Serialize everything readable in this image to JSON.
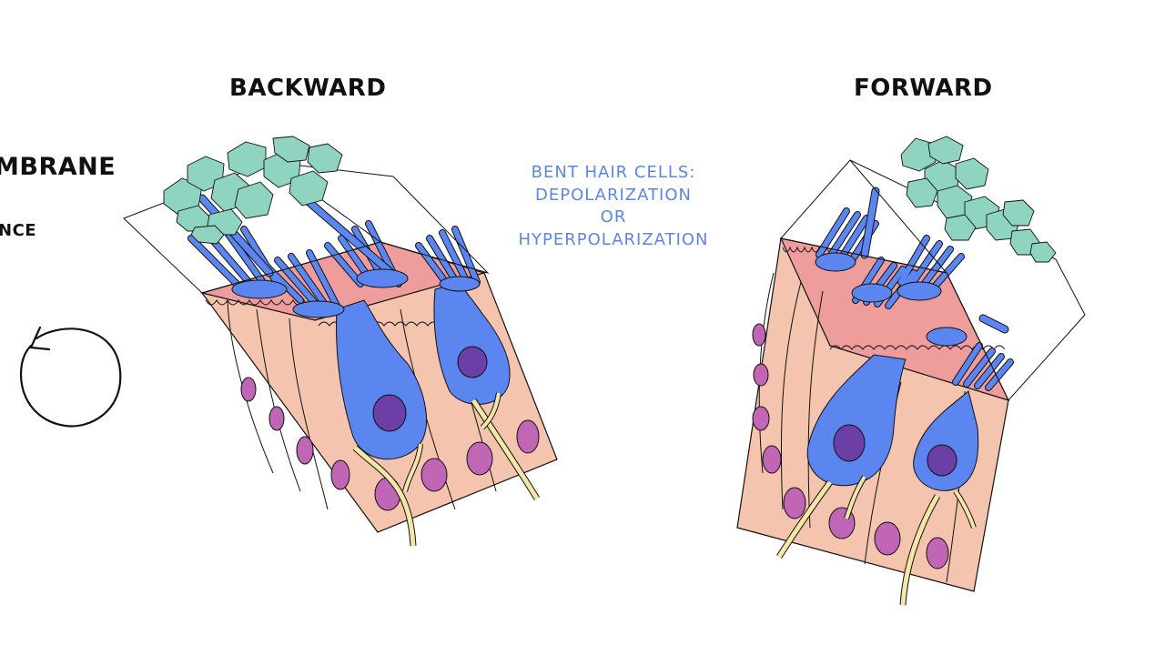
{
  "labels": {
    "backward": "BACKWARD",
    "forward": "FORWARD",
    "left_edge_1": "MBRANE",
    "left_edge_2": "NCE"
  },
  "center_text": {
    "line1": "BENT HAIR CELLS:",
    "line2": "DEPOLARIZATION",
    "line3": "OR",
    "line4": "HYPERPOLARIZATION"
  },
  "colors": {
    "hair_cell": "#5b86f0",
    "supporting_cell": "#f4c4ae",
    "apical_surface": "#ef9c9c",
    "nucleus_hair": "#6b3fa6",
    "nucleus_support": "#c165b5",
    "nerve_fiber": "#f4e6a6",
    "otoconia": "#8fd3c1",
    "center_text": "#5b86e5"
  }
}
